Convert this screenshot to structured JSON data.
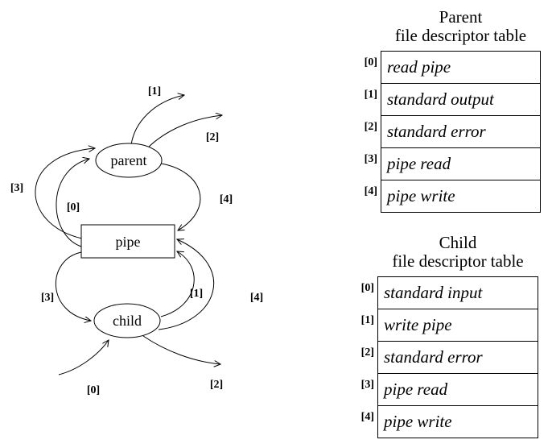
{
  "diagram": {
    "nodes": {
      "parent": "parent",
      "pipe": "pipe",
      "child": "child"
    },
    "parent_labels": {
      "fd0": "[0]",
      "fd1": "[1]",
      "fd2": "[2]",
      "fd3": "[3]",
      "fd4": "[4]"
    },
    "child_labels": {
      "fd0": "[0]",
      "fd1": "[1]",
      "fd2": "[2]",
      "fd3": "[3]",
      "fd4": "[4]"
    }
  },
  "parent_table": {
    "title_line1": "Parent",
    "title_line2": "file descriptor table",
    "rows": [
      {
        "label": "[0]",
        "value": "read pipe"
      },
      {
        "label": "[1]",
        "value": "standard output"
      },
      {
        "label": "[2]",
        "value": "standard error"
      },
      {
        "label": "[3]",
        "value": "pipe read"
      },
      {
        "label": "[4]",
        "value": "pipe write"
      }
    ]
  },
  "child_table": {
    "title_line1": "Child",
    "title_line2": "file descriptor table",
    "rows": [
      {
        "label": "[0]",
        "value": "standard input"
      },
      {
        "label": "[1]",
        "value": "write pipe"
      },
      {
        "label": "[2]",
        "value": "standard error"
      },
      {
        "label": "[3]",
        "value": "pipe read"
      },
      {
        "label": "[4]",
        "value": "pipe write"
      }
    ]
  },
  "colors": {
    "ink": "#000000",
    "background": "#ffffff"
  }
}
